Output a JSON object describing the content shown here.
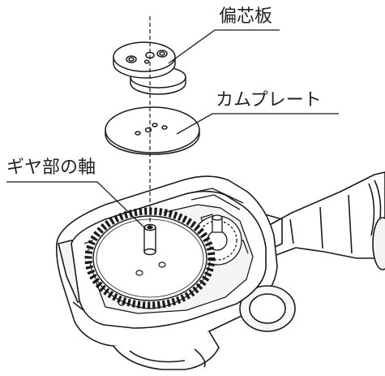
{
  "labels": {
    "eccentric_plate": "偏芯板",
    "cam_plate": "カムプレート",
    "gear_shaft": "ギヤ部の軸"
  },
  "colors": {
    "line": "#1a1a1a",
    "fill": "#ffffff",
    "shade": "#e6e6e6",
    "background": "#ffffff"
  },
  "icons": [
    "exploded-assembly-drawing"
  ]
}
